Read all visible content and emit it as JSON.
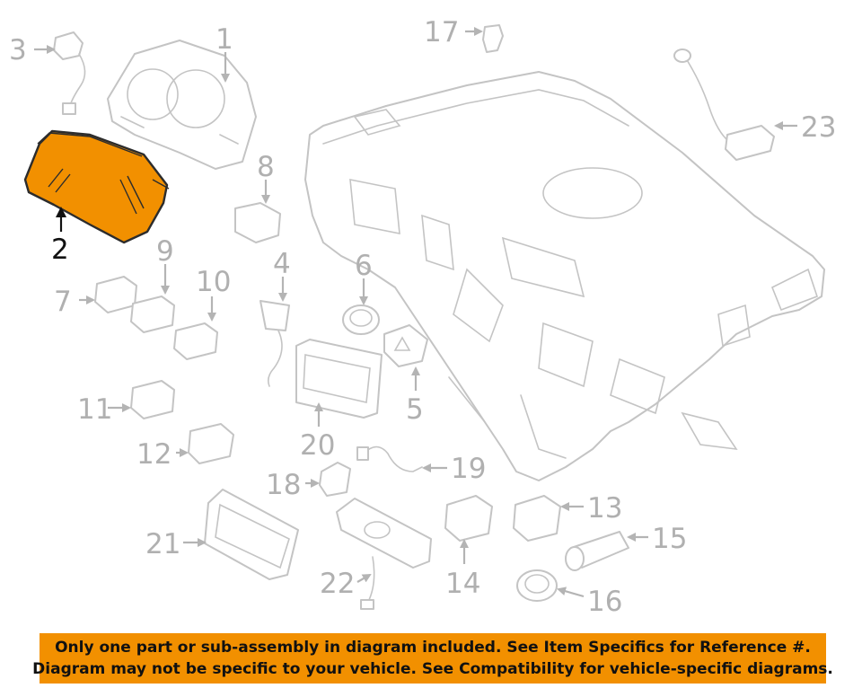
{
  "diagram": {
    "highlighted_part": "2",
    "highlight_color": "#f29000",
    "callouts": [
      "1",
      "2",
      "3",
      "4",
      "5",
      "6",
      "7",
      "8",
      "9",
      "10",
      "11",
      "12",
      "13",
      "14",
      "15",
      "16",
      "17",
      "18",
      "19",
      "20",
      "21",
      "22",
      "23"
    ]
  },
  "banner": {
    "line1": "Only one part or sub-assembly in diagram included. See Item Specifics for Reference #.",
    "line2": "Diagram may not be specific to your vehicle. See Compatibility for vehicle-specific diagrams.",
    "background": "#f29000"
  }
}
